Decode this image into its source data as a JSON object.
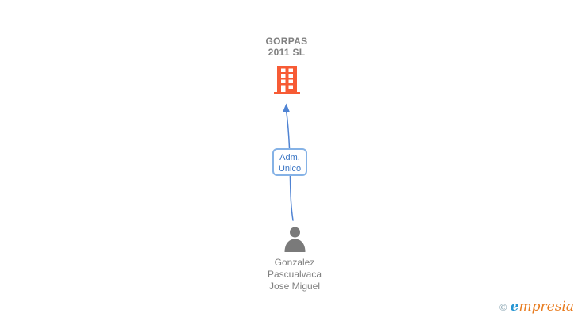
{
  "company": {
    "name": "GORPAS 2011 SL",
    "line1": "GORPAS",
    "line2": "2011 SL"
  },
  "relationship": {
    "label": "Adm. Unico",
    "line1": "Adm.",
    "line2": "Unico"
  },
  "person": {
    "name": "Gonzalez Pascualvaca Jose Miguel",
    "line1": "Gonzalez",
    "line2": "Pascualvaca",
    "line3": "Jose Miguel"
  },
  "watermark": {
    "copyright": "©",
    "brand_initial": "e",
    "brand_rest": "mpresia"
  },
  "colors": {
    "building_icon": "#F75B35",
    "person_icon": "#7A7A7A",
    "node_text": "#808080",
    "connector_line": "#4F83D3",
    "label_border": "#85B2E6",
    "label_text": "#3A75C4",
    "logo_copyright": "#7A99A8",
    "logo_initial": "#2696D3",
    "logo_rest": "#E87B1E"
  }
}
